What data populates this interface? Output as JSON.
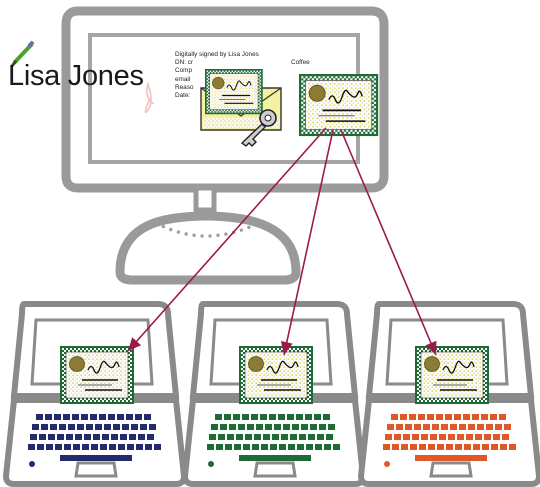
{
  "signature": {
    "name": "Lisa Jones",
    "details": [
      "Digitally signed by Lisa Jones",
      "DN: cr",
      "Comp",
      "email",
      "Reaso",
      "Date:"
    ],
    "dn_tail": "Coffee"
  },
  "colors": {
    "device_outline": "#8a8a8a",
    "arrow": "#9b1a4a",
    "certificate_border": "#1f6a35",
    "laptop_keys_left": "#232a6e",
    "laptop_keys_middle": "#1f6b35",
    "laptop_keys_right": "#e0582a"
  },
  "icons": {
    "signature_pen": "pen-icon",
    "certificate": "certificate-icon",
    "key": "key-icon",
    "envelope": "envelope-icon"
  }
}
